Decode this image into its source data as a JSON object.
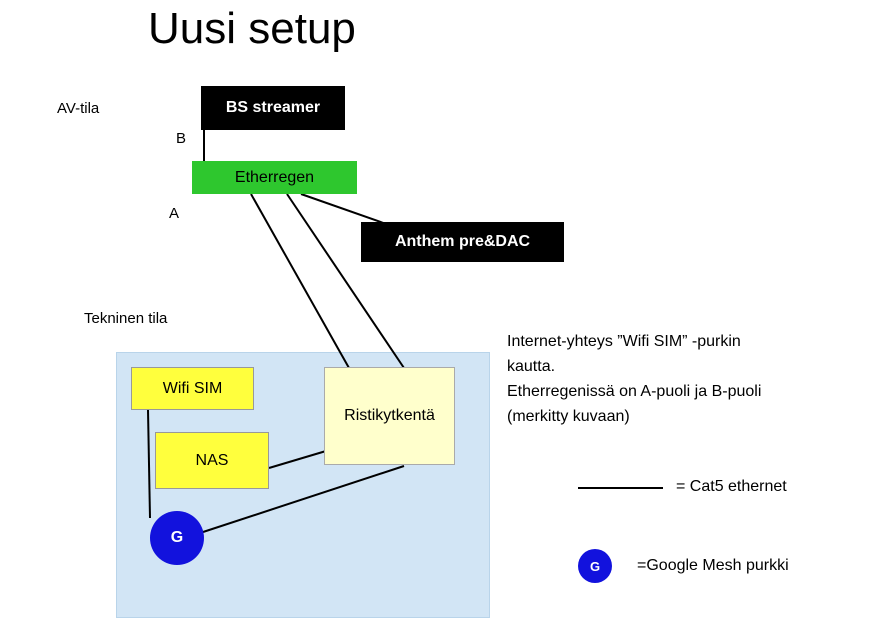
{
  "title": "Uusi setup",
  "rooms": {
    "av": "AV-tila",
    "tech": "Tekninen tila"
  },
  "ports": {
    "a": "A",
    "b": "B"
  },
  "nodes": {
    "bs_streamer": "BS streamer",
    "etherregen": "Etherregen",
    "anthem": "Anthem pre&DAC",
    "wifi_sim": "Wifi SIM",
    "nas": "NAS",
    "patch_panel": "Ristikytkentä",
    "google_mesh": "G"
  },
  "notes": {
    "line1": "Internet-yhteys ”Wifi SIM” -purkin",
    "line2": "kautta.",
    "line3": "Etherregenissä on A-puoli ja B-puoli",
    "line4": "(merkitty kuvaan)"
  },
  "legend": {
    "cat5_label": "= Cat5 ethernet",
    "mesh_symbol": "G",
    "mesh_label": "=Google Mesh purkki"
  },
  "colors": {
    "black_box": "#000000",
    "black_box_text": "#ffffff",
    "etherregen_green": "#2ec72e",
    "tech_area_blue": "#d2e5f5",
    "device_yellow": "#ffff3d",
    "patch_cream": "#ffffcc",
    "mesh_blue": "#1212dd",
    "line": "#000000"
  }
}
